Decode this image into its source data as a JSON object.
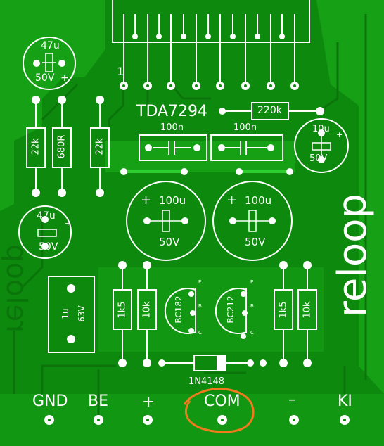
{
  "colors": {
    "board": "#0d8a0d",
    "copper": "#17a317",
    "silk": "#ffffff",
    "trace_mark": "#2fcf2f",
    "circle_mark": "#f07a1e"
  },
  "ic": {
    "label": "TDA7294",
    "pin1": "1"
  },
  "capacitors": {
    "c_top_left": {
      "value": "47u",
      "voltage": "50V",
      "polarity": "+"
    },
    "c_mid_left": {
      "value": "47u",
      "voltage": "50V",
      "polarity": "+"
    },
    "c_top_right": {
      "value": "10u",
      "voltage": "50V",
      "polarity": "+"
    },
    "c_big_left": {
      "value": "100u",
      "voltage": "50V",
      "polarity": "+"
    },
    "c_big_right": {
      "value": "100u",
      "voltage": "50V",
      "polarity": "+"
    },
    "c_film_left": {
      "value": "100n"
    },
    "c_film_right": {
      "value": "100n"
    },
    "c_box": {
      "value": "1u",
      "voltage": "63V"
    }
  },
  "resistors": {
    "r_top": "220k",
    "r_left_1": "22k",
    "r_left_2": "680R",
    "r_left_3": "22k",
    "r_bl_1": "1k5",
    "r_bl_2": "10k",
    "r_br_1": "1k5",
    "r_br_2": "10k"
  },
  "transistors": {
    "t_left": {
      "label": "BC182",
      "pins": [
        "E",
        "B",
        "C"
      ]
    },
    "t_right": {
      "label": "BC212",
      "pins": [
        "E",
        "B",
        "C"
      ]
    }
  },
  "diode": {
    "label": "1N4148"
  },
  "brand": {
    "text": "reloop",
    "mirrored": "reloop"
  },
  "terminals": [
    {
      "label": "GND"
    },
    {
      "label": "BE"
    },
    {
      "label": "+"
    },
    {
      "label": "COM"
    },
    {
      "label": "–"
    },
    {
      "label": "KI"
    }
  ]
}
